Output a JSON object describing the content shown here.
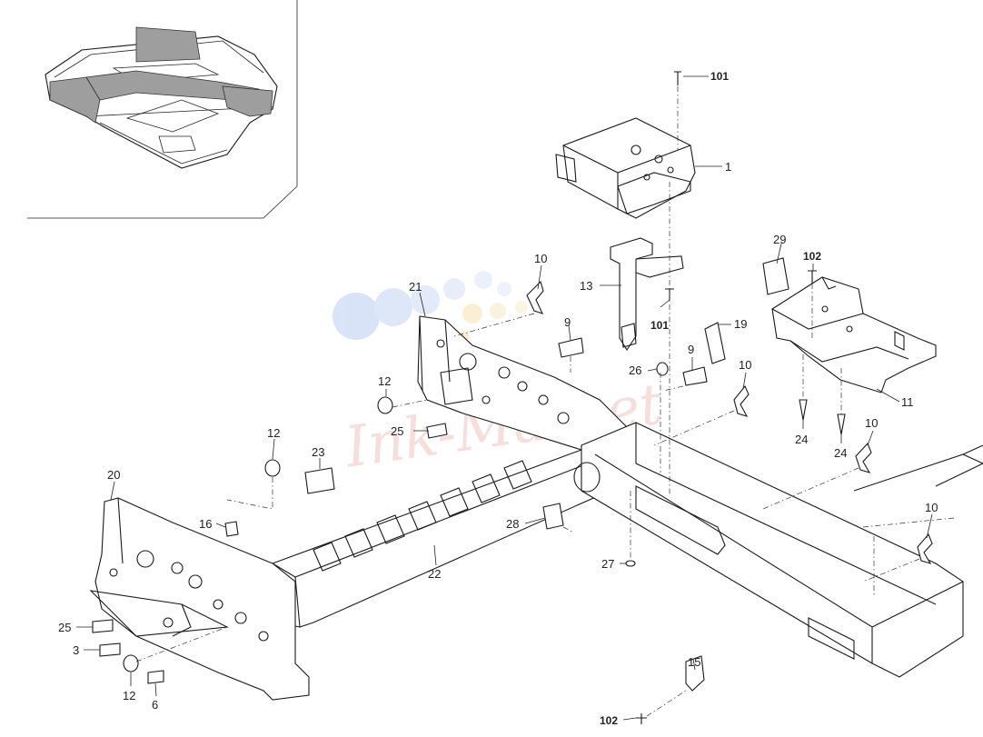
{
  "watermark": "Ink-Market",
  "callouts": [
    {
      "id": "c101a",
      "text": "101",
      "bold": true
    },
    {
      "id": "c1",
      "text": "1",
      "bold": false
    },
    {
      "id": "c29",
      "text": "29",
      "bold": false
    },
    {
      "id": "c102a",
      "text": "102",
      "bold": true
    },
    {
      "id": "c10a",
      "text": "10",
      "bold": false
    },
    {
      "id": "c13",
      "text": "13",
      "bold": false
    },
    {
      "id": "c21",
      "text": "21",
      "bold": false
    },
    {
      "id": "c101b",
      "text": "101",
      "bold": true
    },
    {
      "id": "c19",
      "text": "19",
      "bold": false
    },
    {
      "id": "c9a",
      "text": "9",
      "bold": false
    },
    {
      "id": "c9b",
      "text": "9",
      "bold": false
    },
    {
      "id": "c26",
      "text": "26",
      "bold": false
    },
    {
      "id": "c10b",
      "text": "10",
      "bold": false
    },
    {
      "id": "c11",
      "text": "11",
      "bold": false
    },
    {
      "id": "c12a",
      "text": "12",
      "bold": false
    },
    {
      "id": "c25a",
      "text": "25",
      "bold": false
    },
    {
      "id": "c24a",
      "text": "24",
      "bold": false
    },
    {
      "id": "c24b",
      "text": "24",
      "bold": false
    },
    {
      "id": "c10c",
      "text": "10",
      "bold": false
    },
    {
      "id": "c12b",
      "text": "12",
      "bold": false
    },
    {
      "id": "c23",
      "text": "23",
      "bold": false
    },
    {
      "id": "c20",
      "text": "20",
      "bold": false
    },
    {
      "id": "c16",
      "text": "16",
      "bold": false
    },
    {
      "id": "c28",
      "text": "28",
      "bold": false
    },
    {
      "id": "c10d",
      "text": "10",
      "bold": false
    },
    {
      "id": "c22",
      "text": "22",
      "bold": false
    },
    {
      "id": "c27",
      "text": "27",
      "bold": false
    },
    {
      "id": "c25b",
      "text": "25",
      "bold": false
    },
    {
      "id": "c3",
      "text": "3",
      "bold": false
    },
    {
      "id": "c15",
      "text": "15",
      "bold": false
    },
    {
      "id": "c12c",
      "text": "12",
      "bold": false
    },
    {
      "id": "c6",
      "text": "6",
      "bold": false
    },
    {
      "id": "c102b",
      "text": "102",
      "bold": true
    }
  ]
}
